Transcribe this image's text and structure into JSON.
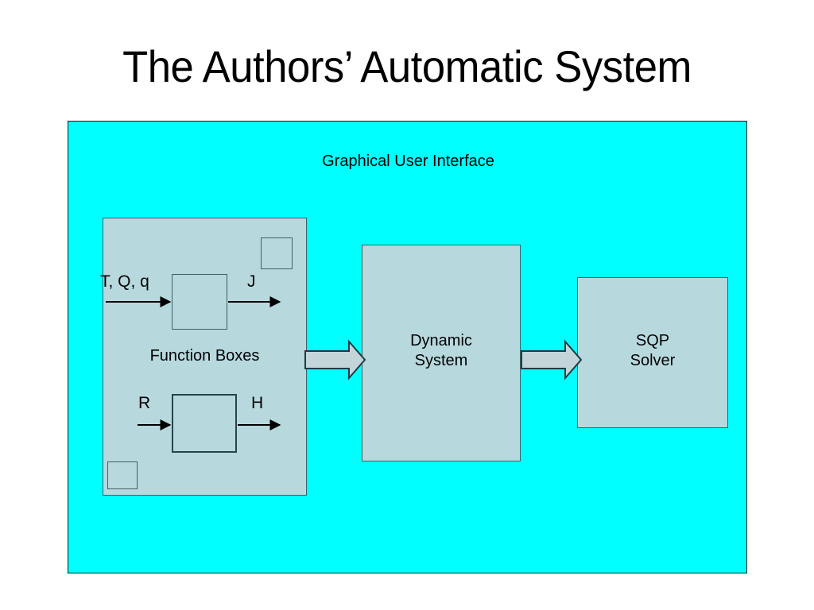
{
  "slide": {
    "title": "The Authors’ Automatic System"
  },
  "diagram": {
    "caption": "Graphical User Interface",
    "background_color": "#00ffff",
    "block_fill_color": "#b7d9de",
    "block_border_color": "#3b6168",
    "panel": {
      "label": "Function Boxes",
      "boxes": [
        {
          "input_label": "T, Q, q",
          "output_label": "J"
        },
        {
          "input_label": "R",
          "output_label": "H"
        }
      ]
    },
    "blocks": [
      {
        "name": "dynamic-system",
        "label": "Dynamic\nSystem"
      },
      {
        "name": "sqp-solver",
        "label": "SQP\nSolver"
      }
    ],
    "flow_arrows": [
      {
        "from": "function-boxes",
        "to": "dynamic-system"
      },
      {
        "from": "dynamic-system",
        "to": "sqp-solver"
      }
    ]
  }
}
